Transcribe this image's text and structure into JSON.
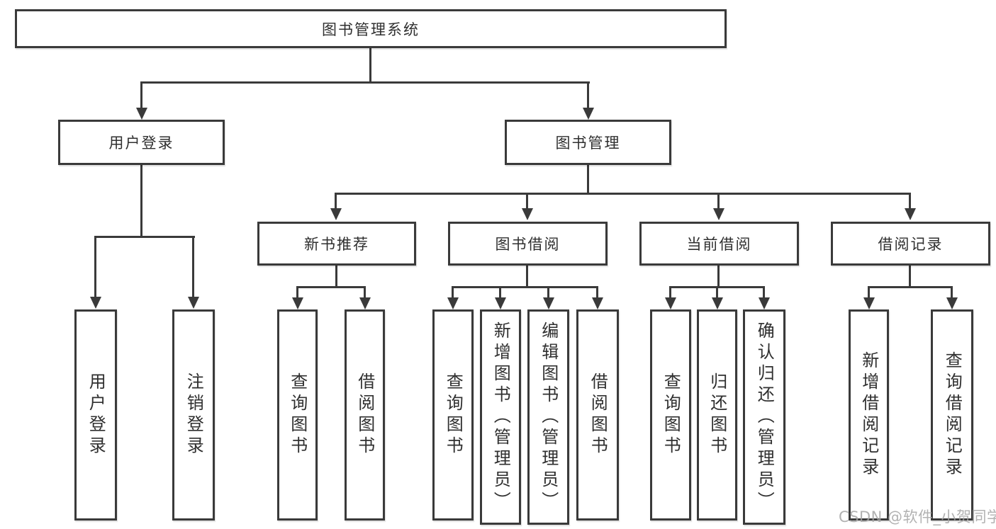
{
  "diagram": {
    "root": {
      "label": "图书管理系统"
    },
    "level2": [
      {
        "id": "user-login",
        "label": "用户登录"
      },
      {
        "id": "book-management",
        "label": "图书管理"
      }
    ],
    "level3": [
      {
        "id": "new-book-recommendation",
        "label": "新书推荐",
        "parent": "图书管理"
      },
      {
        "id": "book-borrowing",
        "label": "图书借阅",
        "parent": "图书管理"
      },
      {
        "id": "current-borrowing",
        "label": "当前借阅",
        "parent": "图书管理"
      },
      {
        "id": "borrowing-records",
        "label": "借阅记录",
        "parent": "图书管理"
      }
    ],
    "leaves": [
      {
        "label": "用户登录",
        "parent": "用户登录"
      },
      {
        "label": "注销登录",
        "parent": "用户登录"
      },
      {
        "label": "查询图书",
        "parent": "新书推荐"
      },
      {
        "label": "借阅图书",
        "parent": "新书推荐"
      },
      {
        "label": "查询图书",
        "parent": "图书借阅"
      },
      {
        "label": "新增图书（管理员）",
        "parent": "图书借阅"
      },
      {
        "label": "编辑图书（管理员）",
        "parent": "图书借阅"
      },
      {
        "label": "借阅图书",
        "parent": "图书借阅"
      },
      {
        "label": "查询图书",
        "parent": "当前借阅"
      },
      {
        "label": "归还图书",
        "parent": "当前借阅"
      },
      {
        "label": "确认归还（管理员）",
        "parent": "当前借阅"
      },
      {
        "label": "新增借阅记录",
        "parent": "借阅记录"
      },
      {
        "label": "查询借阅记录",
        "parent": "借阅记录"
      }
    ],
    "watermark": "CSDN @软件_小贺同学",
    "colors": {
      "line": "#3a3a3a",
      "text": "#2f2f2f",
      "background": "#ffffff",
      "watermark": "#a5a5a5"
    }
  }
}
